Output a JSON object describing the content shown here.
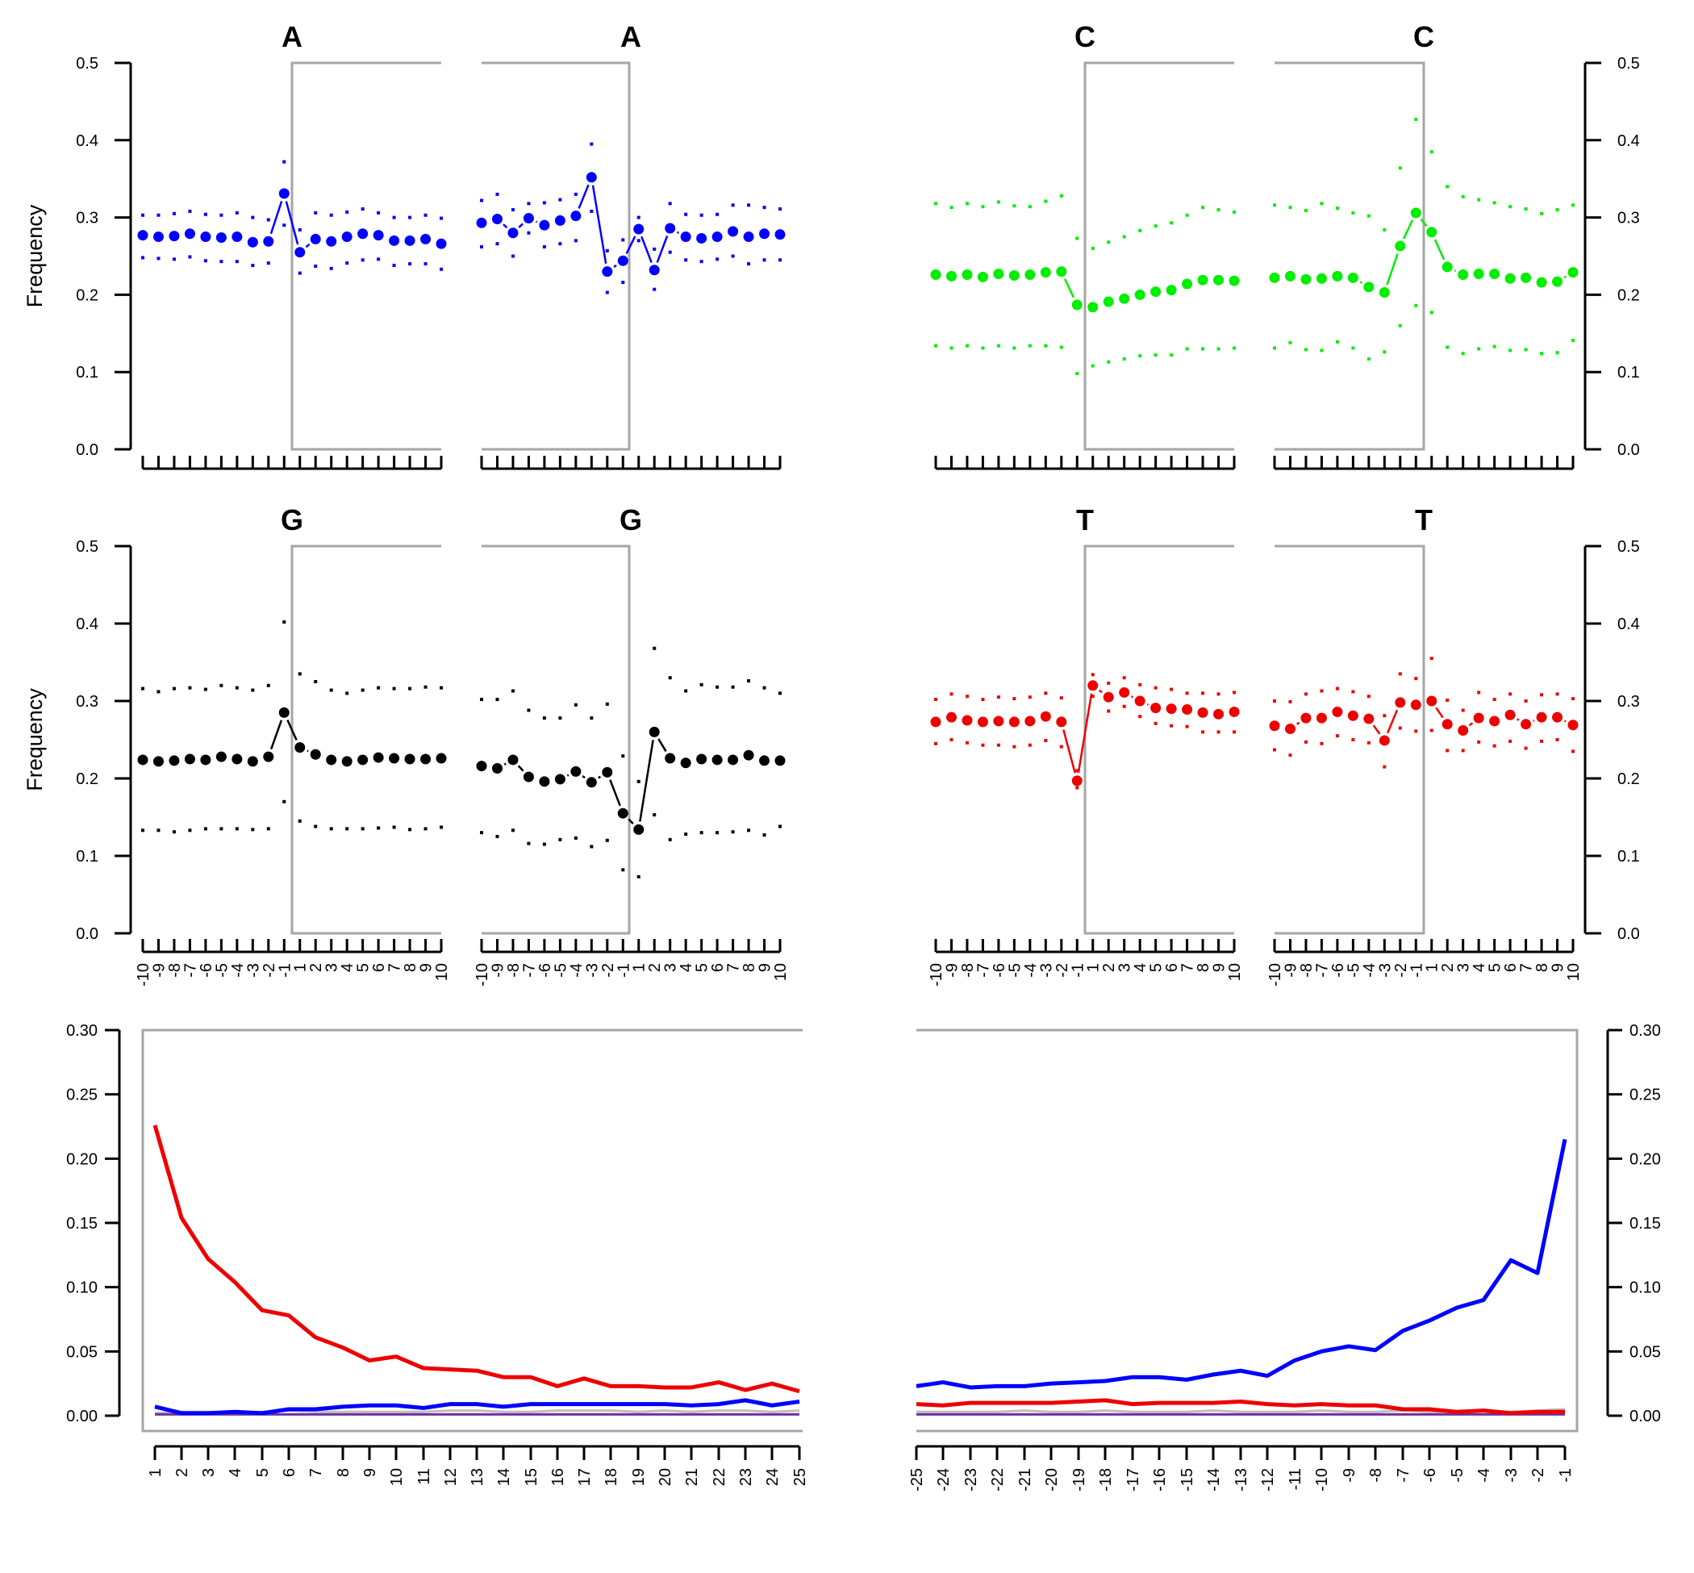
{
  "chart_data": [
    {
      "type": "scatter",
      "title": "A",
      "ylabel": "Frequency",
      "ylim": [
        0,
        0.5
      ],
      "yticks": [
        "0.0",
        "0.1",
        "0.2",
        "0.3",
        "0.4",
        "0.5"
      ],
      "color": "#0000ff",
      "x": [
        "-10",
        "-9",
        "-8",
        "-7",
        "-6",
        "-5",
        "-4",
        "-3",
        "-2",
        "-1",
        "1",
        "2",
        "3",
        "4",
        "5",
        "6",
        "7",
        "8",
        "9",
        "10"
      ],
      "series": [
        {
          "values": [
            0.277,
            0.275,
            0.276,
            0.279,
            0.275,
            0.274,
            0.275,
            0.268,
            0.269,
            0.331,
            0.255,
            0.272,
            0.269,
            0.275,
            0.279,
            0.277,
            0.27,
            0.27,
            0.272,
            0.266
          ]
        },
        {
          "values": [
            0.293,
            0.298,
            0.28,
            0.299,
            0.29,
            0.296,
            0.302,
            0.352,
            0.23,
            0.244,
            0.285,
            0.232,
            0.286,
            0.275,
            0.273,
            0.275,
            0.282,
            0.275,
            0.279,
            0.278
          ]
        }
      ],
      "upper": [
        [
          0.303,
          0.303,
          0.305,
          0.308,
          0.304,
          0.303,
          0.306,
          0.3,
          0.297,
          0.372,
          0.284,
          0.306,
          0.303,
          0.307,
          0.311,
          0.306,
          0.3,
          0.3,
          0.303,
          0.299
        ],
        [
          0.322,
          0.33,
          0.31,
          0.318,
          0.319,
          0.323,
          0.33,
          0.395,
          0.257,
          0.271,
          0.3,
          0.259,
          0.318,
          0.304,
          0.303,
          0.304,
          0.316,
          0.316,
          0.313,
          0.311
        ]
      ],
      "lower": [
        [
          0.248,
          0.247,
          0.246,
          0.249,
          0.244,
          0.243,
          0.243,
          0.238,
          0.241,
          0.29,
          0.228,
          0.237,
          0.234,
          0.241,
          0.245,
          0.246,
          0.238,
          0.24,
          0.24,
          0.233
        ],
        [
          0.262,
          0.266,
          0.25,
          0.28,
          0.262,
          0.266,
          0.27,
          0.308,
          0.203,
          0.216,
          0.27,
          0.207,
          0.255,
          0.245,
          0.243,
          0.246,
          0.25,
          0.24,
          0.245,
          0.245
        ]
      ]
    },
    {
      "type": "scatter",
      "title": "C",
      "ylim": [
        0,
        0.5
      ],
      "yticks": [
        "0.0",
        "0.1",
        "0.2",
        "0.3",
        "0.4",
        "0.5"
      ],
      "color": "#00ee00",
      "x": [
        "-10",
        "-9",
        "-8",
        "-7",
        "-6",
        "-5",
        "-4",
        "-3",
        "-2",
        "-1",
        "1",
        "2",
        "3",
        "4",
        "5",
        "6",
        "7",
        "8",
        "9",
        "10"
      ],
      "series": [
        {
          "values": [
            0.226,
            0.224,
            0.226,
            0.223,
            0.227,
            0.225,
            0.226,
            0.229,
            0.23,
            0.187,
            0.184,
            0.191,
            0.195,
            0.2,
            0.204,
            0.206,
            0.214,
            0.219,
            0.219,
            0.218
          ]
        },
        {
          "values": [
            0.222,
            0.224,
            0.22,
            0.221,
            0.224,
            0.222,
            0.21,
            0.203,
            0.263,
            0.306,
            0.281,
            0.236,
            0.226,
            0.227,
            0.227,
            0.221,
            0.222,
            0.216,
            0.217,
            0.229
          ]
        }
      ],
      "upper": [
        [
          0.318,
          0.313,
          0.318,
          0.314,
          0.32,
          0.315,
          0.314,
          0.321,
          0.328,
          0.273,
          0.26,
          0.268,
          0.275,
          0.283,
          0.289,
          0.293,
          0.303,
          0.313,
          0.31,
          0.307
        ],
        [
          0.316,
          0.313,
          0.309,
          0.318,
          0.312,
          0.306,
          0.302,
          0.284,
          0.364,
          0.427,
          0.385,
          0.34,
          0.327,
          0.323,
          0.319,
          0.314,
          0.311,
          0.305,
          0.31,
          0.316
        ]
      ],
      "lower": [
        [
          0.134,
          0.131,
          0.134,
          0.131,
          0.134,
          0.131,
          0.134,
          0.134,
          0.132,
          0.098,
          0.108,
          0.113,
          0.117,
          0.121,
          0.122,
          0.122,
          0.13,
          0.13,
          0.13,
          0.131
        ],
        [
          0.131,
          0.138,
          0.129,
          0.128,
          0.139,
          0.131,
          0.117,
          0.126,
          0.16,
          0.186,
          0.177,
          0.132,
          0.124,
          0.13,
          0.133,
          0.128,
          0.129,
          0.124,
          0.125,
          0.141
        ]
      ]
    },
    {
      "type": "scatter",
      "title": "G",
      "ylabel": "Frequency",
      "ylim": [
        0,
        0.5
      ],
      "yticks": [
        "0.0",
        "0.1",
        "0.2",
        "0.3",
        "0.4",
        "0.5"
      ],
      "color": "#000000",
      "x": [
        "-10",
        "-9",
        "-8",
        "-7",
        "-6",
        "-5",
        "-4",
        "-3",
        "-2",
        "-1",
        "1",
        "2",
        "3",
        "4",
        "5",
        "6",
        "7",
        "8",
        "9",
        "10"
      ],
      "series": [
        {
          "values": [
            0.224,
            0.222,
            0.223,
            0.225,
            0.224,
            0.228,
            0.225,
            0.222,
            0.228,
            0.285,
            0.24,
            0.231,
            0.224,
            0.222,
            0.224,
            0.227,
            0.226,
            0.225,
            0.225,
            0.226
          ]
        },
        {
          "values": [
            0.216,
            0.213,
            0.224,
            0.202,
            0.196,
            0.199,
            0.209,
            0.195,
            0.208,
            0.155,
            0.134,
            0.26,
            0.226,
            0.22,
            0.225,
            0.224,
            0.224,
            0.23,
            0.223,
            0.223
          ]
        }
      ],
      "upper": [
        [
          0.316,
          0.312,
          0.316,
          0.317,
          0.315,
          0.32,
          0.317,
          0.314,
          0.32,
          0.402,
          0.335,
          0.325,
          0.314,
          0.31,
          0.314,
          0.317,
          0.316,
          0.316,
          0.318,
          0.317
        ],
        [
          0.302,
          0.302,
          0.313,
          0.288,
          0.278,
          0.278,
          0.295,
          0.278,
          0.296,
          0.229,
          0.196,
          0.368,
          0.33,
          0.313,
          0.321,
          0.318,
          0.318,
          0.326,
          0.317,
          0.31
        ]
      ],
      "lower": [
        [
          0.133,
          0.133,
          0.131,
          0.133,
          0.135,
          0.135,
          0.135,
          0.134,
          0.135,
          0.17,
          0.145,
          0.138,
          0.135,
          0.135,
          0.135,
          0.136,
          0.137,
          0.134,
          0.135,
          0.137
        ],
        [
          0.13,
          0.125,
          0.133,
          0.116,
          0.115,
          0.121,
          0.123,
          0.112,
          0.12,
          0.082,
          0.073,
          0.153,
          0.121,
          0.128,
          0.13,
          0.13,
          0.131,
          0.133,
          0.127,
          0.138
        ]
      ]
    },
    {
      "type": "scatter",
      "title": "T",
      "ylim": [
        0,
        0.5
      ],
      "yticks": [
        "0.0",
        "0.1",
        "0.2",
        "0.3",
        "0.4",
        "0.5"
      ],
      "color": "#ee0000",
      "x": [
        "-10",
        "-9",
        "-8",
        "-7",
        "-6",
        "-5",
        "-4",
        "-3",
        "-2",
        "-1",
        "1",
        "2",
        "3",
        "4",
        "5",
        "6",
        "7",
        "8",
        "9",
        "10"
      ],
      "series": [
        {
          "values": [
            0.273,
            0.279,
            0.275,
            0.273,
            0.274,
            0.273,
            0.274,
            0.28,
            0.273,
            0.197,
            0.32,
            0.305,
            0.311,
            0.3,
            0.291,
            0.29,
            0.289,
            0.285,
            0.283,
            0.286
          ]
        },
        {
          "values": [
            0.268,
            0.264,
            0.278,
            0.278,
            0.286,
            0.281,
            0.277,
            0.249,
            0.298,
            0.295,
            0.3,
            0.27,
            0.262,
            0.278,
            0.274,
            0.282,
            0.27,
            0.279,
            0.279,
            0.269
          ]
        }
      ],
      "upper": [
        [
          0.302,
          0.309,
          0.306,
          0.302,
          0.305,
          0.303,
          0.305,
          0.31,
          0.304,
          0.21,
          0.334,
          0.323,
          0.33,
          0.321,
          0.317,
          0.315,
          0.31,
          0.31,
          0.309,
          0.311
        ],
        [
          0.3,
          0.299,
          0.309,
          0.313,
          0.316,
          0.312,
          0.306,
          0.281,
          0.335,
          0.329,
          0.355,
          0.301,
          0.288,
          0.311,
          0.302,
          0.309,
          0.3,
          0.308,
          0.309,
          0.303
        ]
      ],
      "lower": [
        [
          0.245,
          0.25,
          0.246,
          0.243,
          0.243,
          0.241,
          0.243,
          0.249,
          0.241,
          0.188,
          0.306,
          0.287,
          0.293,
          0.28,
          0.271,
          0.268,
          0.267,
          0.26,
          0.26,
          0.26
        ],
        [
          0.237,
          0.23,
          0.247,
          0.245,
          0.255,
          0.25,
          0.246,
          0.215,
          0.265,
          0.261,
          0.262,
          0.236,
          0.236,
          0.247,
          0.242,
          0.248,
          0.239,
          0.248,
          0.25,
          0.235
        ]
      ]
    },
    {
      "type": "line",
      "ylim": [
        0,
        0.3
      ],
      "yticks": [
        "0.00",
        "0.05",
        "0.10",
        "0.15",
        "0.20",
        "0.25",
        "0.30"
      ],
      "x": [
        "1",
        "2",
        "3",
        "4",
        "5",
        "6",
        "7",
        "8",
        "9",
        "10",
        "11",
        "12",
        "13",
        "14",
        "15",
        "16",
        "17",
        "18",
        "19",
        "20",
        "21",
        "22",
        "23",
        "24",
        "25"
      ],
      "series": [
        {
          "color": "#ee0000",
          "values": [
            0.226,
            0.154,
            0.122,
            0.104,
            0.082,
            0.078,
            0.061,
            0.053,
            0.043,
            0.046,
            0.037,
            0.036,
            0.035,
            0.03,
            0.03,
            0.023,
            0.029,
            0.023,
            0.023,
            0.022,
            0.022,
            0.026,
            0.02,
            0.025,
            0.019
          ]
        },
        {
          "color": "#0000ff",
          "values": [
            0.007,
            0.002,
            0.002,
            0.003,
            0.002,
            0.005,
            0.005,
            0.007,
            0.008,
            0.008,
            0.006,
            0.009,
            0.009,
            0.007,
            0.009,
            0.009,
            0.009,
            0.009,
            0.009,
            0.009,
            0.008,
            0.009,
            0.012,
            0.008,
            0.011
          ]
        },
        {
          "color": "#bebebe",
          "values": [
            0.002,
            0.003,
            0.003,
            0.002,
            0.003,
            0.004,
            0.003,
            0.003,
            0.003,
            0.003,
            0.003,
            0.004,
            0.004,
            0.003,
            0.003,
            0.004,
            0.004,
            0.004,
            0.003,
            0.004,
            0.003,
            0.004,
            0.004,
            0.003,
            0.004
          ]
        },
        {
          "color": "#7030a0",
          "values": [
            0.001,
            0.001,
            0.001,
            0.001,
            0.001,
            0.001,
            0.001,
            0.001,
            0.001,
            0.001,
            0.001,
            0.001,
            0.001,
            0.001,
            0.001,
            0.001,
            0.001,
            0.001,
            0.001,
            0.001,
            0.001,
            0.001,
            0.001,
            0.001,
            0.001
          ]
        }
      ]
    },
    {
      "type": "line",
      "ylim": [
        0,
        0.3
      ],
      "yticks": [
        "0.00",
        "0.05",
        "0.10",
        "0.15",
        "0.20",
        "0.25",
        "0.30"
      ],
      "x": [
        "-25",
        "-24",
        "-23",
        "-22",
        "-21",
        "-20",
        "-19",
        "-18",
        "-17",
        "-16",
        "-15",
        "-14",
        "-13",
        "-12",
        "-11",
        "-10",
        "-9",
        "-8",
        "-7",
        "-6",
        "-5",
        "-4",
        "-3",
        "-2",
        "-1"
      ],
      "series": [
        {
          "color": "#0000ff",
          "values": [
            0.023,
            0.026,
            0.022,
            0.023,
            0.023,
            0.025,
            0.026,
            0.027,
            0.03,
            0.03,
            0.028,
            0.032,
            0.035,
            0.031,
            0.043,
            0.05,
            0.054,
            0.051,
            0.066,
            0.074,
            0.084,
            0.09,
            0.121,
            0.111,
            0.215
          ]
        },
        {
          "color": "#ee0000",
          "values": [
            0.009,
            0.008,
            0.01,
            0.01,
            0.01,
            0.01,
            0.011,
            0.012,
            0.009,
            0.01,
            0.01,
            0.01,
            0.011,
            0.009,
            0.008,
            0.009,
            0.008,
            0.008,
            0.005,
            0.005,
            0.003,
            0.004,
            0.002,
            0.003,
            0.003
          ]
        },
        {
          "color": "#bebebe",
          "values": [
            0.003,
            0.003,
            0.003,
            0.003,
            0.004,
            0.003,
            0.003,
            0.004,
            0.003,
            0.003,
            0.003,
            0.004,
            0.003,
            0.003,
            0.003,
            0.004,
            0.003,
            0.003,
            0.004,
            0.003,
            0.003,
            0.004,
            0.003,
            0.004,
            0.005
          ]
        },
        {
          "color": "#7030a0",
          "values": [
            0.001,
            0.001,
            0.001,
            0.001,
            0.001,
            0.001,
            0.001,
            0.001,
            0.001,
            0.001,
            0.001,
            0.001,
            0.001,
            0.001,
            0.001,
            0.001,
            0.001,
            0.001,
            0.001,
            0.001,
            0.001,
            0.001,
            0.001,
            0.001,
            0.001
          ]
        }
      ]
    }
  ]
}
